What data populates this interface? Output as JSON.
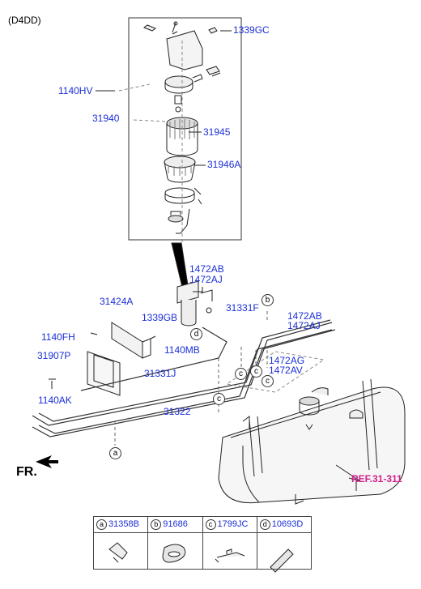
{
  "variant": "(D4DD)",
  "labels": {
    "p1339GC": "1339GC",
    "p1140HV": "1140HV",
    "p31940": "31940",
    "p31945": "31945",
    "p31946A": "31946A",
    "p1472AB_a": "1472AB",
    "p1472AJ_a": "1472AJ",
    "p31424A": "31424A",
    "p1339GB": "1339GB",
    "p31331F": "31331F",
    "p1472AB_b": "1472AB",
    "p1472AJ_b": "1472AJ",
    "p1140FH": "1140FH",
    "p31907P": "31907P",
    "p1140MB": "1140MB",
    "p1472AG": "1472AG",
    "p1472AV": "1472AV",
    "p31331J": "31331J",
    "p1140AK": "1140AK",
    "p31322": "31322"
  },
  "callouts": {
    "a": "a",
    "b": "b",
    "c1": "c",
    "c2": "c",
    "c3": "c",
    "c4": "c",
    "d": "d"
  },
  "front_label": "FR.",
  "ref_label": "REF.31-311",
  "legend": [
    {
      "letter": "a",
      "part": "31358B"
    },
    {
      "letter": "b",
      "part": "91686"
    },
    {
      "letter": "c",
      "part": "1799JC"
    },
    {
      "letter": "d",
      "part": "10693D"
    }
  ],
  "colors": {
    "label": "#1a2fd8",
    "reference": "#d0208a"
  }
}
